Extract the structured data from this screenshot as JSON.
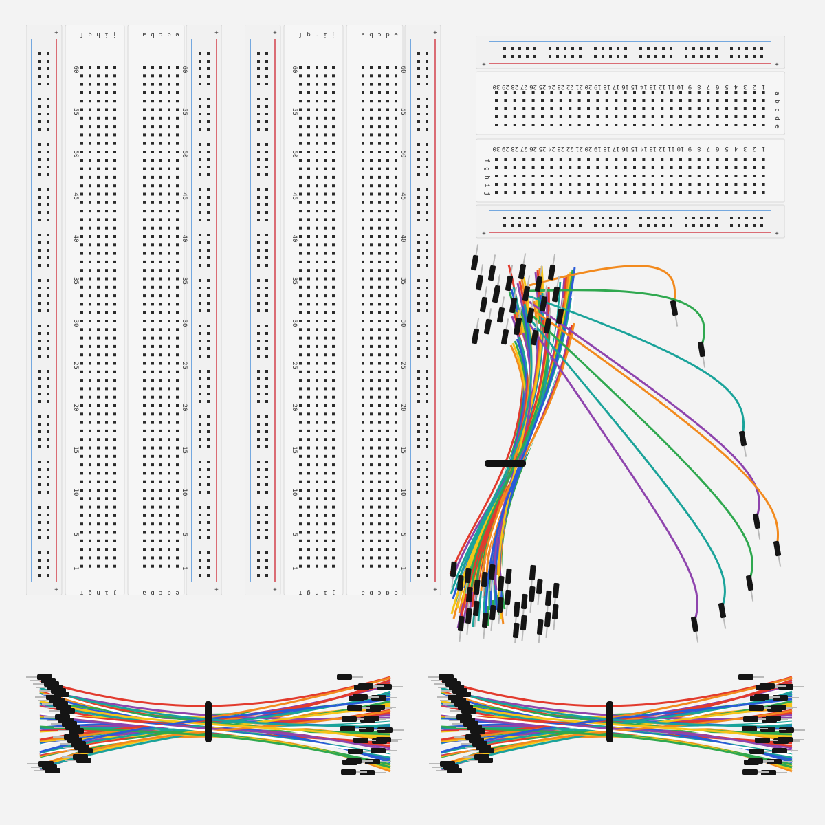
{
  "scene": {
    "background": "#f3f3f3",
    "board_color": "#f1f1f1",
    "rail_red": "#d2414a",
    "rail_blue": "#4a90d9",
    "hole_color": "#2b2b2b"
  },
  "long_board": {
    "row_numbers": [
      "1",
      "5",
      "10",
      "15",
      "20",
      "25",
      "30",
      "35",
      "40",
      "45",
      "50",
      "55",
      "60"
    ],
    "left_letters": "abcde",
    "right_letters": "fghij",
    "rail_sign": "+"
  },
  "half_board": {
    "row_numbers": [
      "1",
      "2",
      "3",
      "4",
      "5",
      "6",
      "7",
      "8",
      "9",
      "10",
      "11",
      "12",
      "13",
      "14",
      "15",
      "16",
      "17",
      "18",
      "19",
      "20",
      "21",
      "22",
      "23",
      "24",
      "25",
      "26",
      "27",
      "28",
      "29",
      "30"
    ],
    "top_letters": "abcde",
    "bottom_letters": "fghij",
    "rail_sign": "+"
  },
  "wire_colors": [
    "#e23b2e",
    "#f28a1e",
    "#f5c518",
    "#2fa84f",
    "#2a5bd7",
    "#1aa39a",
    "#ffffff",
    "#8e44ad",
    "#111111"
  ]
}
